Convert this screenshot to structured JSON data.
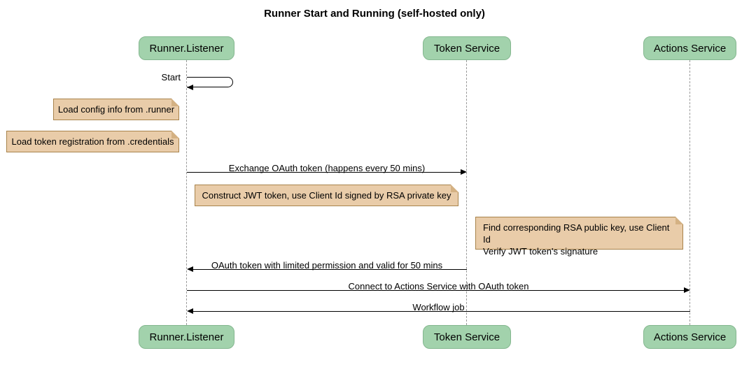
{
  "title": "Runner Start and Running (self-hosted only)",
  "participants": [
    {
      "name": "Runner.Listener"
    },
    {
      "name": "Token Service"
    },
    {
      "name": "Actions Service"
    }
  ],
  "self_message": {
    "label": "Start",
    "on": "Runner.Listener"
  },
  "messages": [
    {
      "label": "Exchange OAuth token (happens every 50 mins)",
      "from": "Runner.Listener",
      "to": "Token Service"
    },
    {
      "label": "OAuth token with limited permission and valid for 50 mins",
      "from": "Token Service",
      "to": "Runner.Listener"
    },
    {
      "label": "Connect to Actions Service with OAuth token",
      "from": "Runner.Listener",
      "to": "Actions Service"
    },
    {
      "label": "Workflow job",
      "from": "Actions Service",
      "to": "Runner.Listener"
    }
  ],
  "notes": [
    {
      "lines": [
        "Load config info from .runner"
      ]
    },
    {
      "lines": [
        "Load token registration from .credentials"
      ]
    },
    {
      "lines": [
        "Construct JWT token, use Client Id signed by RSA private key"
      ]
    },
    {
      "lines": [
        "Find corresponding RSA public key, use Client Id",
        "Verify JWT token's signature"
      ]
    }
  ],
  "colors": {
    "participant_fill": "#a2d2ac",
    "participant_border": "#84b78f",
    "note_fill": "#e9cca9",
    "note_border": "#a8834b",
    "lifeline": "#999999",
    "arrow": "#000000"
  }
}
